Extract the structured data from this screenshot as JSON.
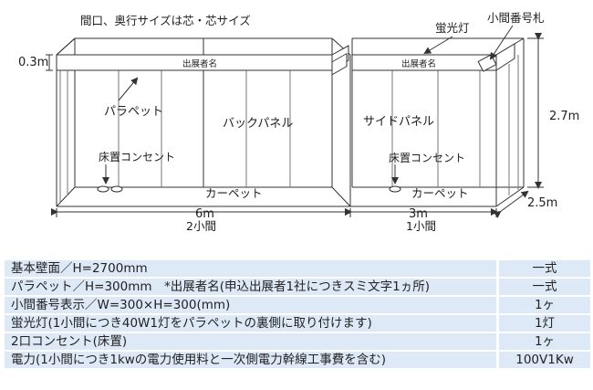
{
  "diagram": {
    "note_top": "間口、奥行サイズは芯・芯サイズ",
    "label_height_parapet": "0.3m",
    "label_height_wall": "2.7m",
    "label_depth": "2.5m",
    "label_exhibitor_left": "出展者名",
    "label_exhibitor_right": "出展者名",
    "label_parapet": "パラペット",
    "label_back_panel": "バックパネル",
    "label_side_panel": "サイドパネル",
    "label_outlet_left": "床置コンセント",
    "label_outlet_right": "床置コンセント",
    "label_carpet_left": "カーペット",
    "label_carpet_right": "カーペット",
    "label_fluorescent": "蛍光灯",
    "label_booth_number": "小間番号札",
    "dim_left_width": "6m",
    "dim_left_units": "2小間",
    "dim_right_width": "3m",
    "dim_right_units": "1小間"
  },
  "spec_rows": [
    {
      "item": "基本壁面／H=2700mm",
      "qty": "一式"
    },
    {
      "item": "パラペット／H=300mm　*出展者名(申込出展者1社につきスミ文字1ヵ所)",
      "qty": "一式"
    },
    {
      "item": "小間番号表示／W=300×H=300(mm)",
      "qty": "1ヶ"
    },
    {
      "item": "蛍光灯(1小間につき40W1灯をパラペットの裏側に取り付けます)",
      "qty": "1灯"
    },
    {
      "item": "2口コンセント(床置)",
      "qty": "1ヶ"
    },
    {
      "item": "電力(1小間につき1kwの電力使用料と一次側電力幹線工事費を含む)",
      "qty": "100V1Kw"
    }
  ],
  "colors": {
    "table_background": "#dde9f6",
    "line": "#333333"
  }
}
